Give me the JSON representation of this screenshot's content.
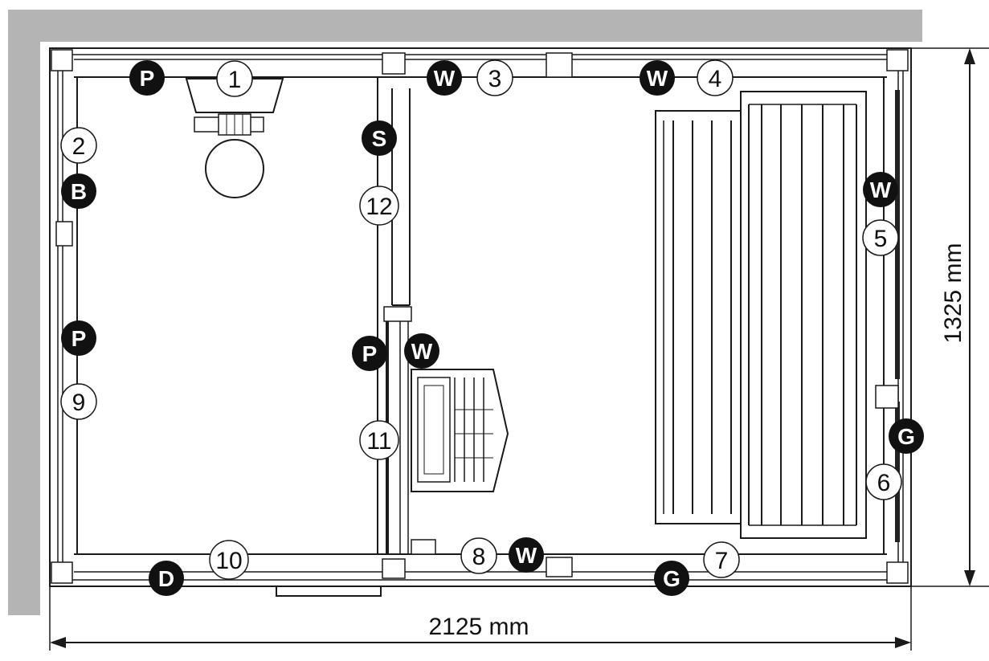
{
  "dimensions": {
    "width_label": "2125 mm",
    "height_label": "1325 mm"
  },
  "colors": {
    "wall": "#b4b4b4",
    "line": "#1a1a1a",
    "marker_fill": "#111111",
    "number_fill": "#ffffff"
  },
  "numbered_callouts": [
    "1",
    "2",
    "3",
    "4",
    "5",
    "6",
    "7",
    "8",
    "9",
    "10",
    "11",
    "12"
  ],
  "letter_markers": [
    "P",
    "B",
    "P",
    "W",
    "W",
    "S",
    "P",
    "W",
    "W",
    "G",
    "W",
    "G",
    "D"
  ]
}
